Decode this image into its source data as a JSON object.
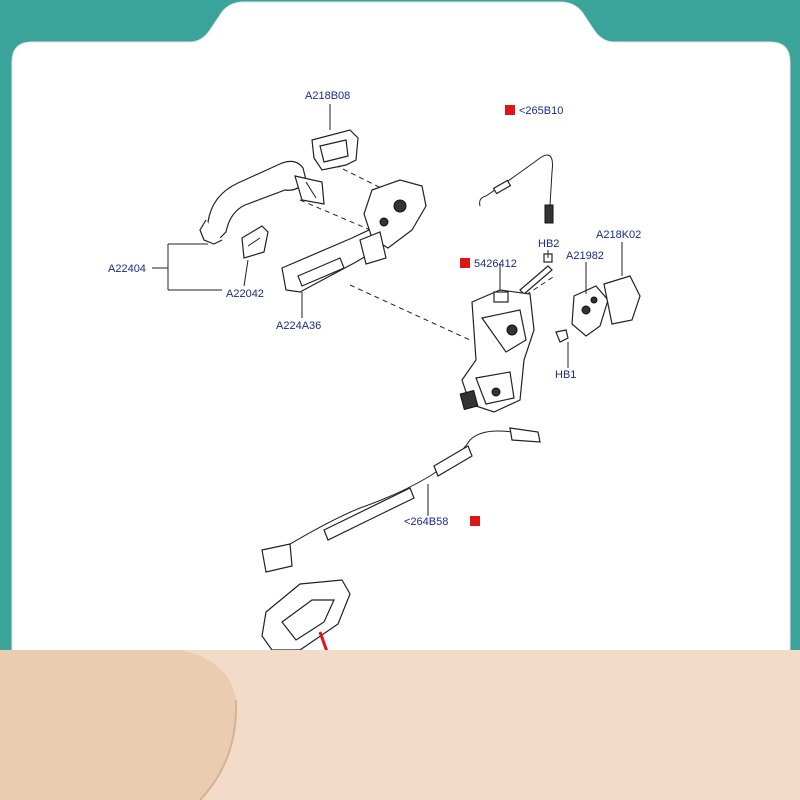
{
  "diagram": {
    "callouts": {
      "a218b08": "A218B08",
      "b265b10": "<265B10",
      "a22404": "A22404",
      "a22042": "A22042",
      "a224a36": "A224A36",
      "hb2": "HB2",
      "a218k02": "A218K02",
      "a21982": "A21982",
      "p5426412": "5426412",
      "hb1": "HB1",
      "b264b58": "<264B58"
    },
    "colors": {
      "background": "#3aa39a",
      "panel": "#ffffff",
      "label": "#1a2a8c",
      "marker": "#e01515",
      "bottom_band": "#f2dcc9"
    }
  }
}
